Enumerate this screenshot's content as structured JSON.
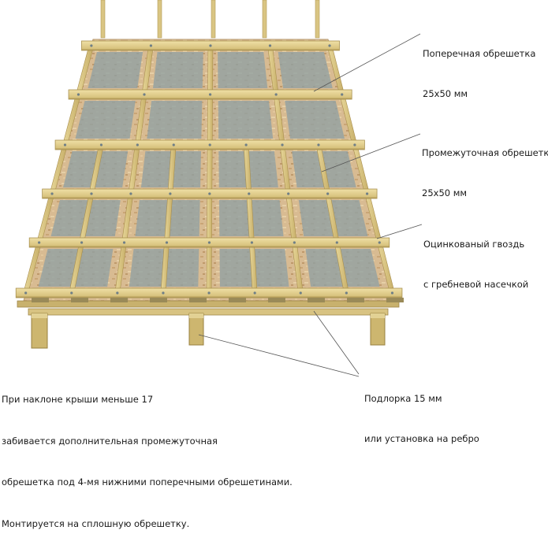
{
  "callouts": {
    "cross_batten": {
      "line1": "Поперечная обрешетка",
      "line2": "25х50 мм"
    },
    "intermediate_batten": {
      "line1": "Промежуточная обрешетка",
      "line2": "25х50 мм"
    },
    "nail": {
      "line1": "Оцинкованый гвоздь",
      "line2": "с гребневой насечкой"
    },
    "shim": {
      "line1": "Подлорка 15 мм",
      "line2": "или установка на ребро"
    }
  },
  "note": {
    "line1": "При наклоне крыши меньше 17",
    "line2": "забивается дополнительная промежуточная",
    "line3": "обрешетка под 4-мя нижними поперечными обрешетинами.",
    "line4": "Монтируется на сплошную обрешетку."
  },
  "colors": {
    "board": "#e3cf8e",
    "board_edge": "#b59a55",
    "osb": "#d6b890",
    "membrane": "#8a9ca0",
    "leader": "#555555"
  }
}
